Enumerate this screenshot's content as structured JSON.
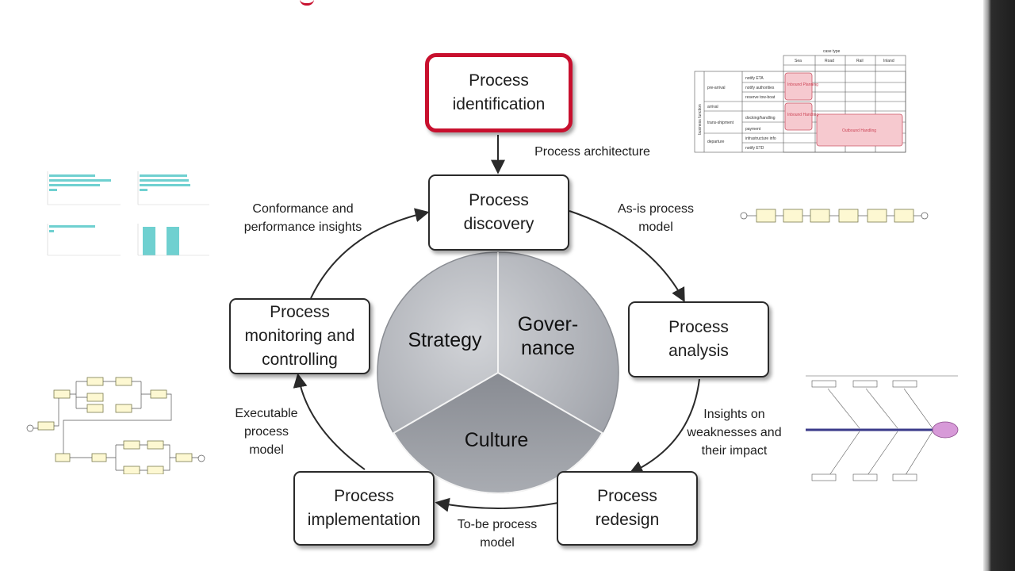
{
  "phases": {
    "identification": "Process\nidentification",
    "discovery": "Process\ndiscovery",
    "analysis": "Process\nanalysis",
    "redesign": "Process\nredesign",
    "implementation": "Process\nimplementation",
    "monitoring": "Process\nmonitoring and\ncontrolling"
  },
  "arrows": {
    "architecture": "Process architecture",
    "asis": "As-is process\nmodel",
    "insights": "Insights on\nweaknesses and\ntheir impact",
    "tobe": "To-be process\nmodel",
    "executable": "Executable\nprocess\nmodel",
    "conformance": "Conformance and\nperformance insights"
  },
  "core": {
    "strategy": "Strategy",
    "governance": "Gover-\nnance",
    "culture": "Culture"
  },
  "colors": {
    "highlight": "#c8102e",
    "core_light": "#c9cbd0",
    "core_dark": "#7d8088"
  },
  "case_table": {
    "title": "case type",
    "columns": [
      "Sea",
      "Road",
      "Rail",
      "Inland"
    ],
    "side_label": "business function",
    "rows": [
      {
        "group": "pre-arrival",
        "items": [
          "notify ETA",
          "notify authorities",
          "reserve tow-boat"
        ]
      },
      {
        "group": "arrival",
        "items": [
          ""
        ]
      },
      {
        "group": "trans-shipment",
        "items": [
          "docking/handling",
          "payment"
        ]
      },
      {
        "group": "departure",
        "items": [
          "infrastructure info",
          "notify ETD"
        ]
      }
    ],
    "cells": [
      "Inbound\nPlanning",
      "Inbound\nHandling",
      "Outbound Handling"
    ]
  }
}
